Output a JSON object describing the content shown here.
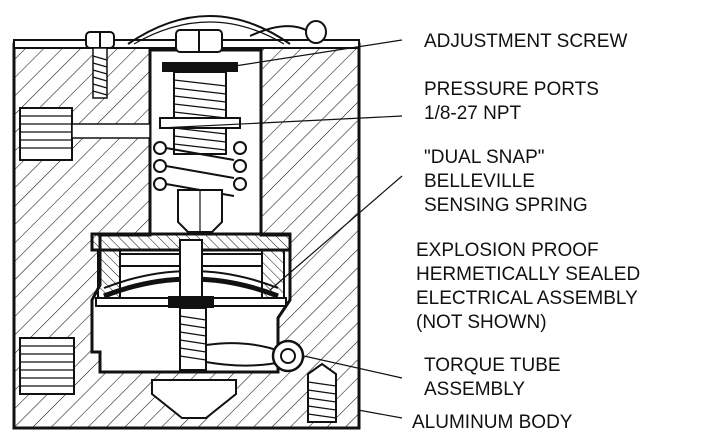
{
  "diagram": {
    "labels": {
      "adjustment_screw": "ADJUSTMENT SCREW",
      "pressure_ports_l1": "PRESSURE PORTS",
      "pressure_ports_l2": "1/8-27 NPT",
      "dual_snap_l1": "\"DUAL SNAP\"",
      "dual_snap_l2": "BELLEVILLE",
      "dual_snap_l3": "SENSING SPRING",
      "explosion_l1": "EXPLOSION PROOF",
      "explosion_l2": "HERMETICALLY SEALED",
      "explosion_l3": "ELECTRICAL ASSEMBLY",
      "explosion_l4": "(NOT SHOWN)",
      "torque_l1": "TORQUE TUBE",
      "torque_l2": "ASSEMBLY",
      "aluminum_body": "ALUMINUM BODY"
    },
    "colors": {
      "ink": "#111111",
      "background": "#ffffff"
    }
  }
}
